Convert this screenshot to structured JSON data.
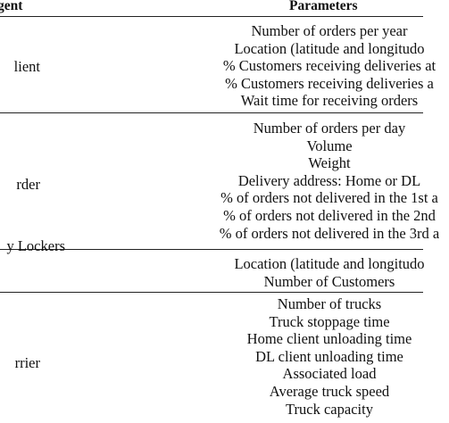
{
  "header": {
    "agent": "gent",
    "parameters": "Parameters"
  },
  "rows": [
    {
      "agent": "lient",
      "params": [
        "Number of orders per year",
        "Location (latitude and longitudo",
        "% Customers receiving deliveries at",
        "% Customers receiving deliveries a",
        "Wait time for receiving orders"
      ]
    },
    {
      "agent": "rder",
      "params": [
        "Number of orders per day",
        "Volume",
        "Weight",
        "Delivery address: Home or DL",
        "% of orders not delivered in the 1st a",
        "% of orders not delivered in the 2nd",
        "% of orders not delivered in the 3rd a"
      ]
    },
    {
      "agent": "y Lockers",
      "params": [
        "Location (latitude and longitudo",
        "Number of Customers"
      ]
    },
    {
      "agent": "rrier",
      "params": [
        "Number of trucks",
        "Truck stoppage time",
        "Home client unloading time",
        "DL client unloading time",
        "Associated load",
        "Average truck speed",
        "Truck capacity"
      ]
    }
  ]
}
